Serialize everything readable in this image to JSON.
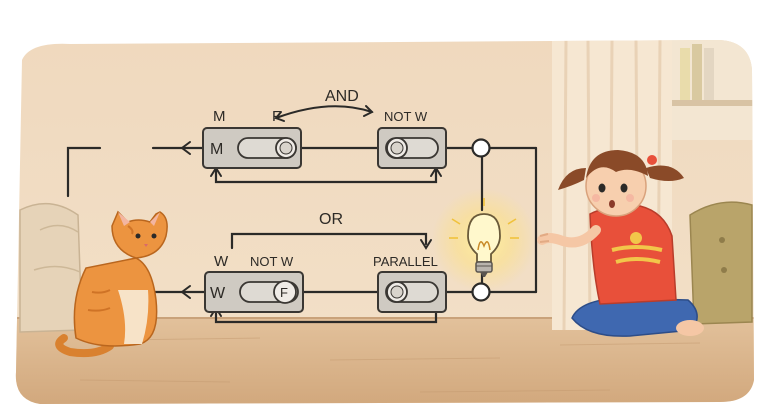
{
  "circuit": {
    "top_row": {
      "and_label": "AND",
      "switch1_label_left": "M",
      "switch1_label_right": "F",
      "switch1_letter": "M",
      "switch2_label": "NOT W"
    },
    "bottom_row": {
      "or_label": "OR",
      "switch3_label_left": "W",
      "switch3_label_right": "NOT W",
      "switch3_letter": "W",
      "switch3_knob_letter": "F",
      "switch4_label": "PARALLEL"
    }
  },
  "colors": {
    "wall": "#f0dcc4",
    "floor": "#d9b48c",
    "wire": "#2b2a28",
    "switch_body": "#c9c4bc",
    "bulb_glow": "#fff2a0",
    "cat": "#ec9440",
    "girl_shirt": "#e8503a",
    "girl_jeans": "#3f68b0"
  },
  "icons": [
    "cat-figure",
    "girl-figure",
    "light-bulb-icon",
    "armchair",
    "curtain"
  ]
}
